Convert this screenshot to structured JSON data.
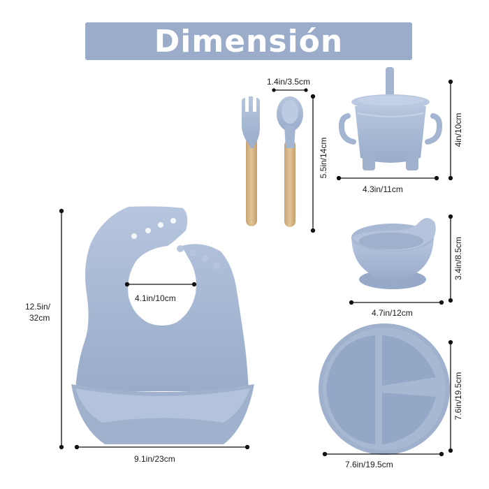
{
  "title": "Dimensión",
  "colors": {
    "silicone": "#a9bad6",
    "silicone_dark": "#8fa2c2",
    "silicone_light": "#c3d0e5",
    "wood": "#d9b98a",
    "banner": "#9aacc9"
  },
  "items": [
    {
      "name": "bib",
      "dimensions": [
        "12.5in/\n32cm",
        "9.1in/23cm",
        "4.1in/10cm"
      ]
    },
    {
      "name": "fork-and-spoon",
      "dimensions": [
        "1.4in/3.5cm",
        "5.5in/14cm"
      ]
    },
    {
      "name": "sippy-cup",
      "dimensions": [
        "4in/10cm",
        "4.3in/11cm"
      ]
    },
    {
      "name": "suction-bowl",
      "dimensions": [
        "3.4in/8.5cm",
        "4.7in/12cm"
      ]
    },
    {
      "name": "divided-plate",
      "dimensions": [
        "7.6in/19.5cm",
        "7.6in/19.5cm"
      ]
    }
  ],
  "labels": {
    "bib_height_1": "12.5in/",
    "bib_height_2": "32cm",
    "bib_width": "9.1in/23cm",
    "bib_neck": "4.1in/10cm",
    "utensil_width": "1.4in/3.5cm",
    "utensil_length": "5.5in/14cm",
    "cup_height": "4in/10cm",
    "cup_width": "4.3in/11cm",
    "bowl_height": "3.4in/8.5cm",
    "bowl_width": "4.7in/12cm",
    "plate_height": "7.6in/19.5cm",
    "plate_width": "7.6in/19.5cm"
  }
}
